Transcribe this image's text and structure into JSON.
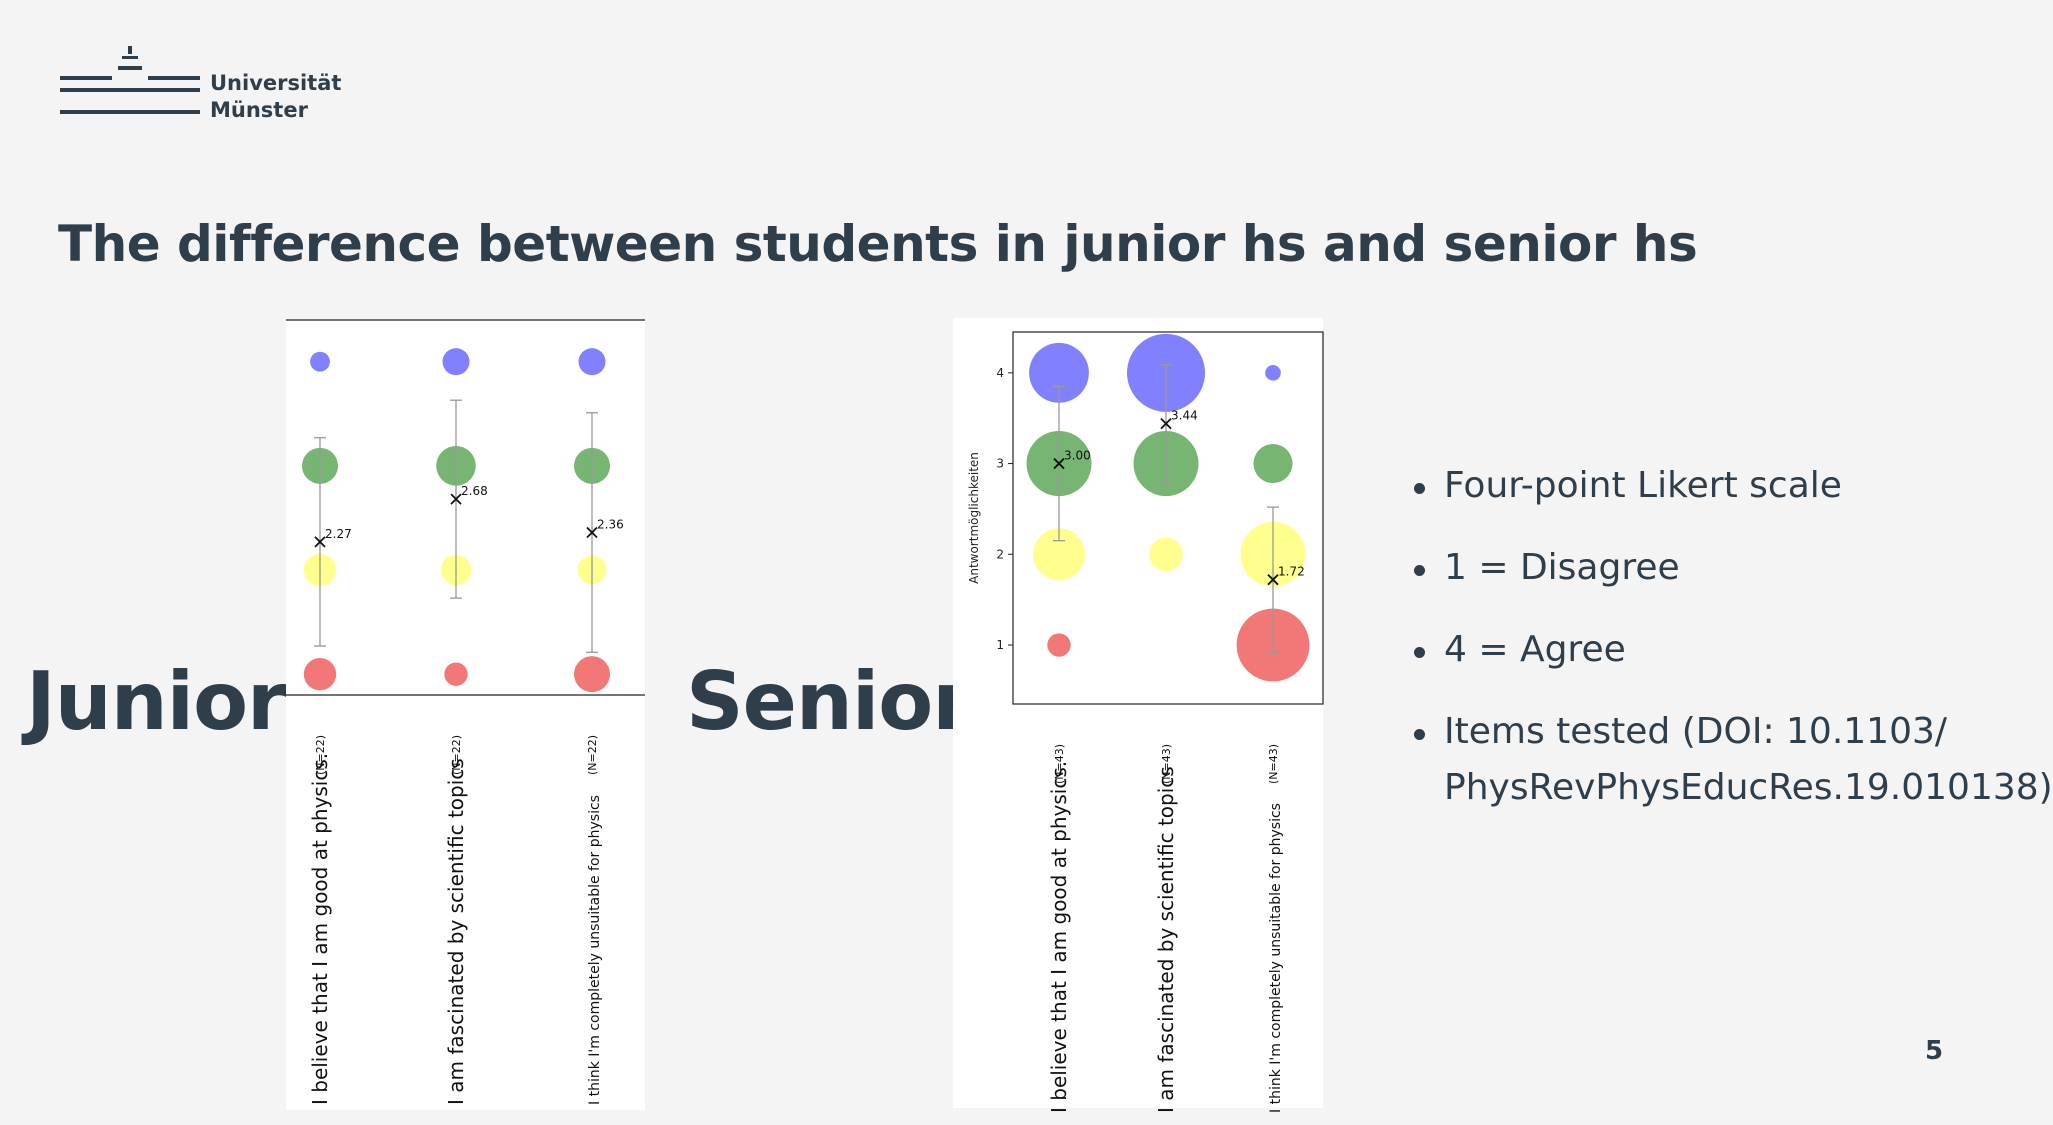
{
  "logo": {
    "line1": "Universität",
    "line2": "Münster",
    "icon": "university-building-icon"
  },
  "title": "The difference between students in junior hs and senior hs",
  "colors": {
    "text": "#2f3e4b",
    "blue": "#6b6bff",
    "green": "#5fa85a",
    "yellow": "#ffff7a",
    "red": "#f06060"
  },
  "chart_data": [
    {
      "type": "scatter",
      "label": "Junior",
      "title": "",
      "ylabel": "",
      "ylim": [
        0.8,
        4.4
      ],
      "items": [
        {
          "label": "I believe that I am good at physics.",
          "n": "(N=22)",
          "mean": 2.27,
          "mean_label": "2.27",
          "sd": 1.0,
          "bubbles": [
            {
              "value": 1,
              "size": 0.9
            },
            {
              "value": 2,
              "size": 0.9
            },
            {
              "value": 3,
              "size": 1.0
            },
            {
              "value": 4,
              "size": 0.55
            }
          ]
        },
        {
          "label": "I am fascinated by scientific topics",
          "n": "(N=22)",
          "mean": 2.68,
          "mean_label": "2.68",
          "sd": 0.95,
          "bubbles": [
            {
              "value": 1,
              "size": 0.65
            },
            {
              "value": 2,
              "size": 0.85
            },
            {
              "value": 3,
              "size": 1.1
            },
            {
              "value": 4,
              "size": 0.75
            }
          ]
        },
        {
          "label": "I think I'm completely unsuitable for physics",
          "n": "(N=22)",
          "mean": 2.36,
          "mean_label": "2.36",
          "sd": 1.15,
          "bubbles": [
            {
              "value": 1,
              "size": 1.0
            },
            {
              "value": 2,
              "size": 0.8
            },
            {
              "value": 3,
              "size": 1.0
            },
            {
              "value": 4,
              "size": 0.75
            }
          ]
        }
      ]
    },
    {
      "type": "scatter",
      "label": "Senior",
      "title": "",
      "ylabel": "Antwortmöglichkeiten",
      "yticks": [
        1,
        2,
        3,
        4
      ],
      "ylim": [
        0.35,
        4.45
      ],
      "items": [
        {
          "label": "I believe that I am good at physics.",
          "n": "(N=43)",
          "mean": 3.0,
          "mean_label": "3.00",
          "sd": 0.85,
          "bubbles": [
            {
              "value": 1,
              "size": 0.45
            },
            {
              "value": 2,
              "size": 1.0
            },
            {
              "value": 3,
              "size": 1.25
            },
            {
              "value": 4,
              "size": 1.15
            }
          ]
        },
        {
          "label": "I am fascinated by scientific topics",
          "n": "(N=43)",
          "mean": 3.44,
          "mean_label": "3.44",
          "sd": 0.65,
          "bubbles": [
            {
              "value": 1,
              "size": 0.0
            },
            {
              "value": 2,
              "size": 0.65
            },
            {
              "value": 3,
              "size": 1.25
            },
            {
              "value": 4,
              "size": 1.5
            }
          ]
        },
        {
          "label": "I think I'm completely unsuitable for physics",
          "n": "(N=43)",
          "mean": 1.72,
          "mean_label": "1.72",
          "sd": 0.8,
          "bubbles": [
            {
              "value": 1,
              "size": 1.4
            },
            {
              "value": 2,
              "size": 1.25
            },
            {
              "value": 3,
              "size": 0.75
            },
            {
              "value": 4,
              "size": 0.3
            }
          ]
        }
      ]
    }
  ],
  "bullets": [
    "Four-point Likert scale",
    "1 = Disagree",
    "4 = Agree",
    "Items tested (DOI: 10.1103/",
    "PhysRevPhysEducRes.19.010138)"
  ],
  "page_number": "5"
}
